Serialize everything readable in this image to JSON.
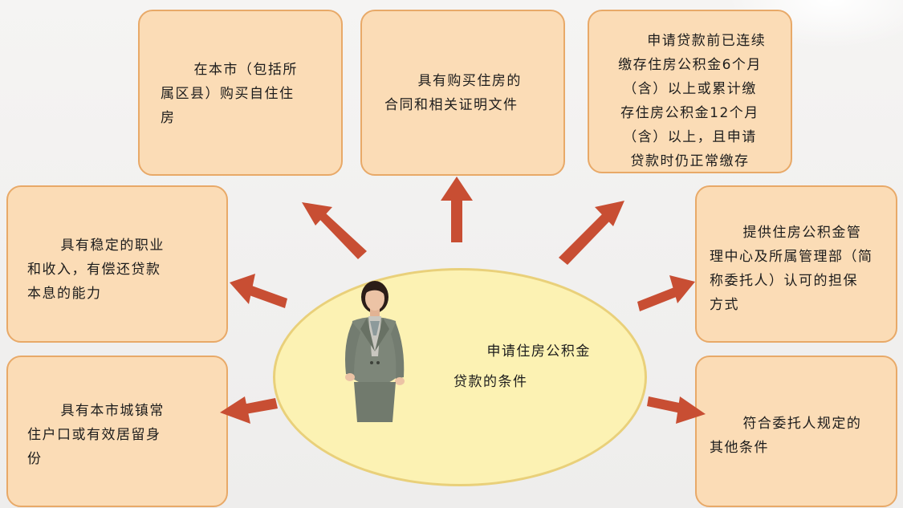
{
  "center": {
    "text": "      申请住房公积金\n贷款的条件"
  },
  "conditions": [
    {
      "id": "b1",
      "text": "      在本市（包括所\n属区县）购买自住住\n房"
    },
    {
      "id": "b2",
      "text": "      具有购买住房的\n合同和相关证明文件"
    },
    {
      "id": "b3",
      "text": "      申请贷款前已连续\n缴存住房公积金6个月\n（含）以上或累计缴\n存住房公积金12个月\n（含）以上，且申请\n贷款时仍正常缴存"
    },
    {
      "id": "b4",
      "text": "      具有稳定的职业\n和收入，有偿还贷款\n本息的能力"
    },
    {
      "id": "b5",
      "text": "      提供住房公积金管\n理中心及所属管理部（简\n称委托人）认可的担保\n方式"
    },
    {
      "id": "b6",
      "text": "      具有本市城镇常\n住户口或有效居留身\n份"
    },
    {
      "id": "b7",
      "text": "      符合委托人规定的\n其他条件"
    }
  ],
  "colors": {
    "box_fill": "#fbdcb6",
    "box_border": "#e8a968",
    "ellipse_fill": "#fcf2b3",
    "arrow": "#c84e33"
  }
}
